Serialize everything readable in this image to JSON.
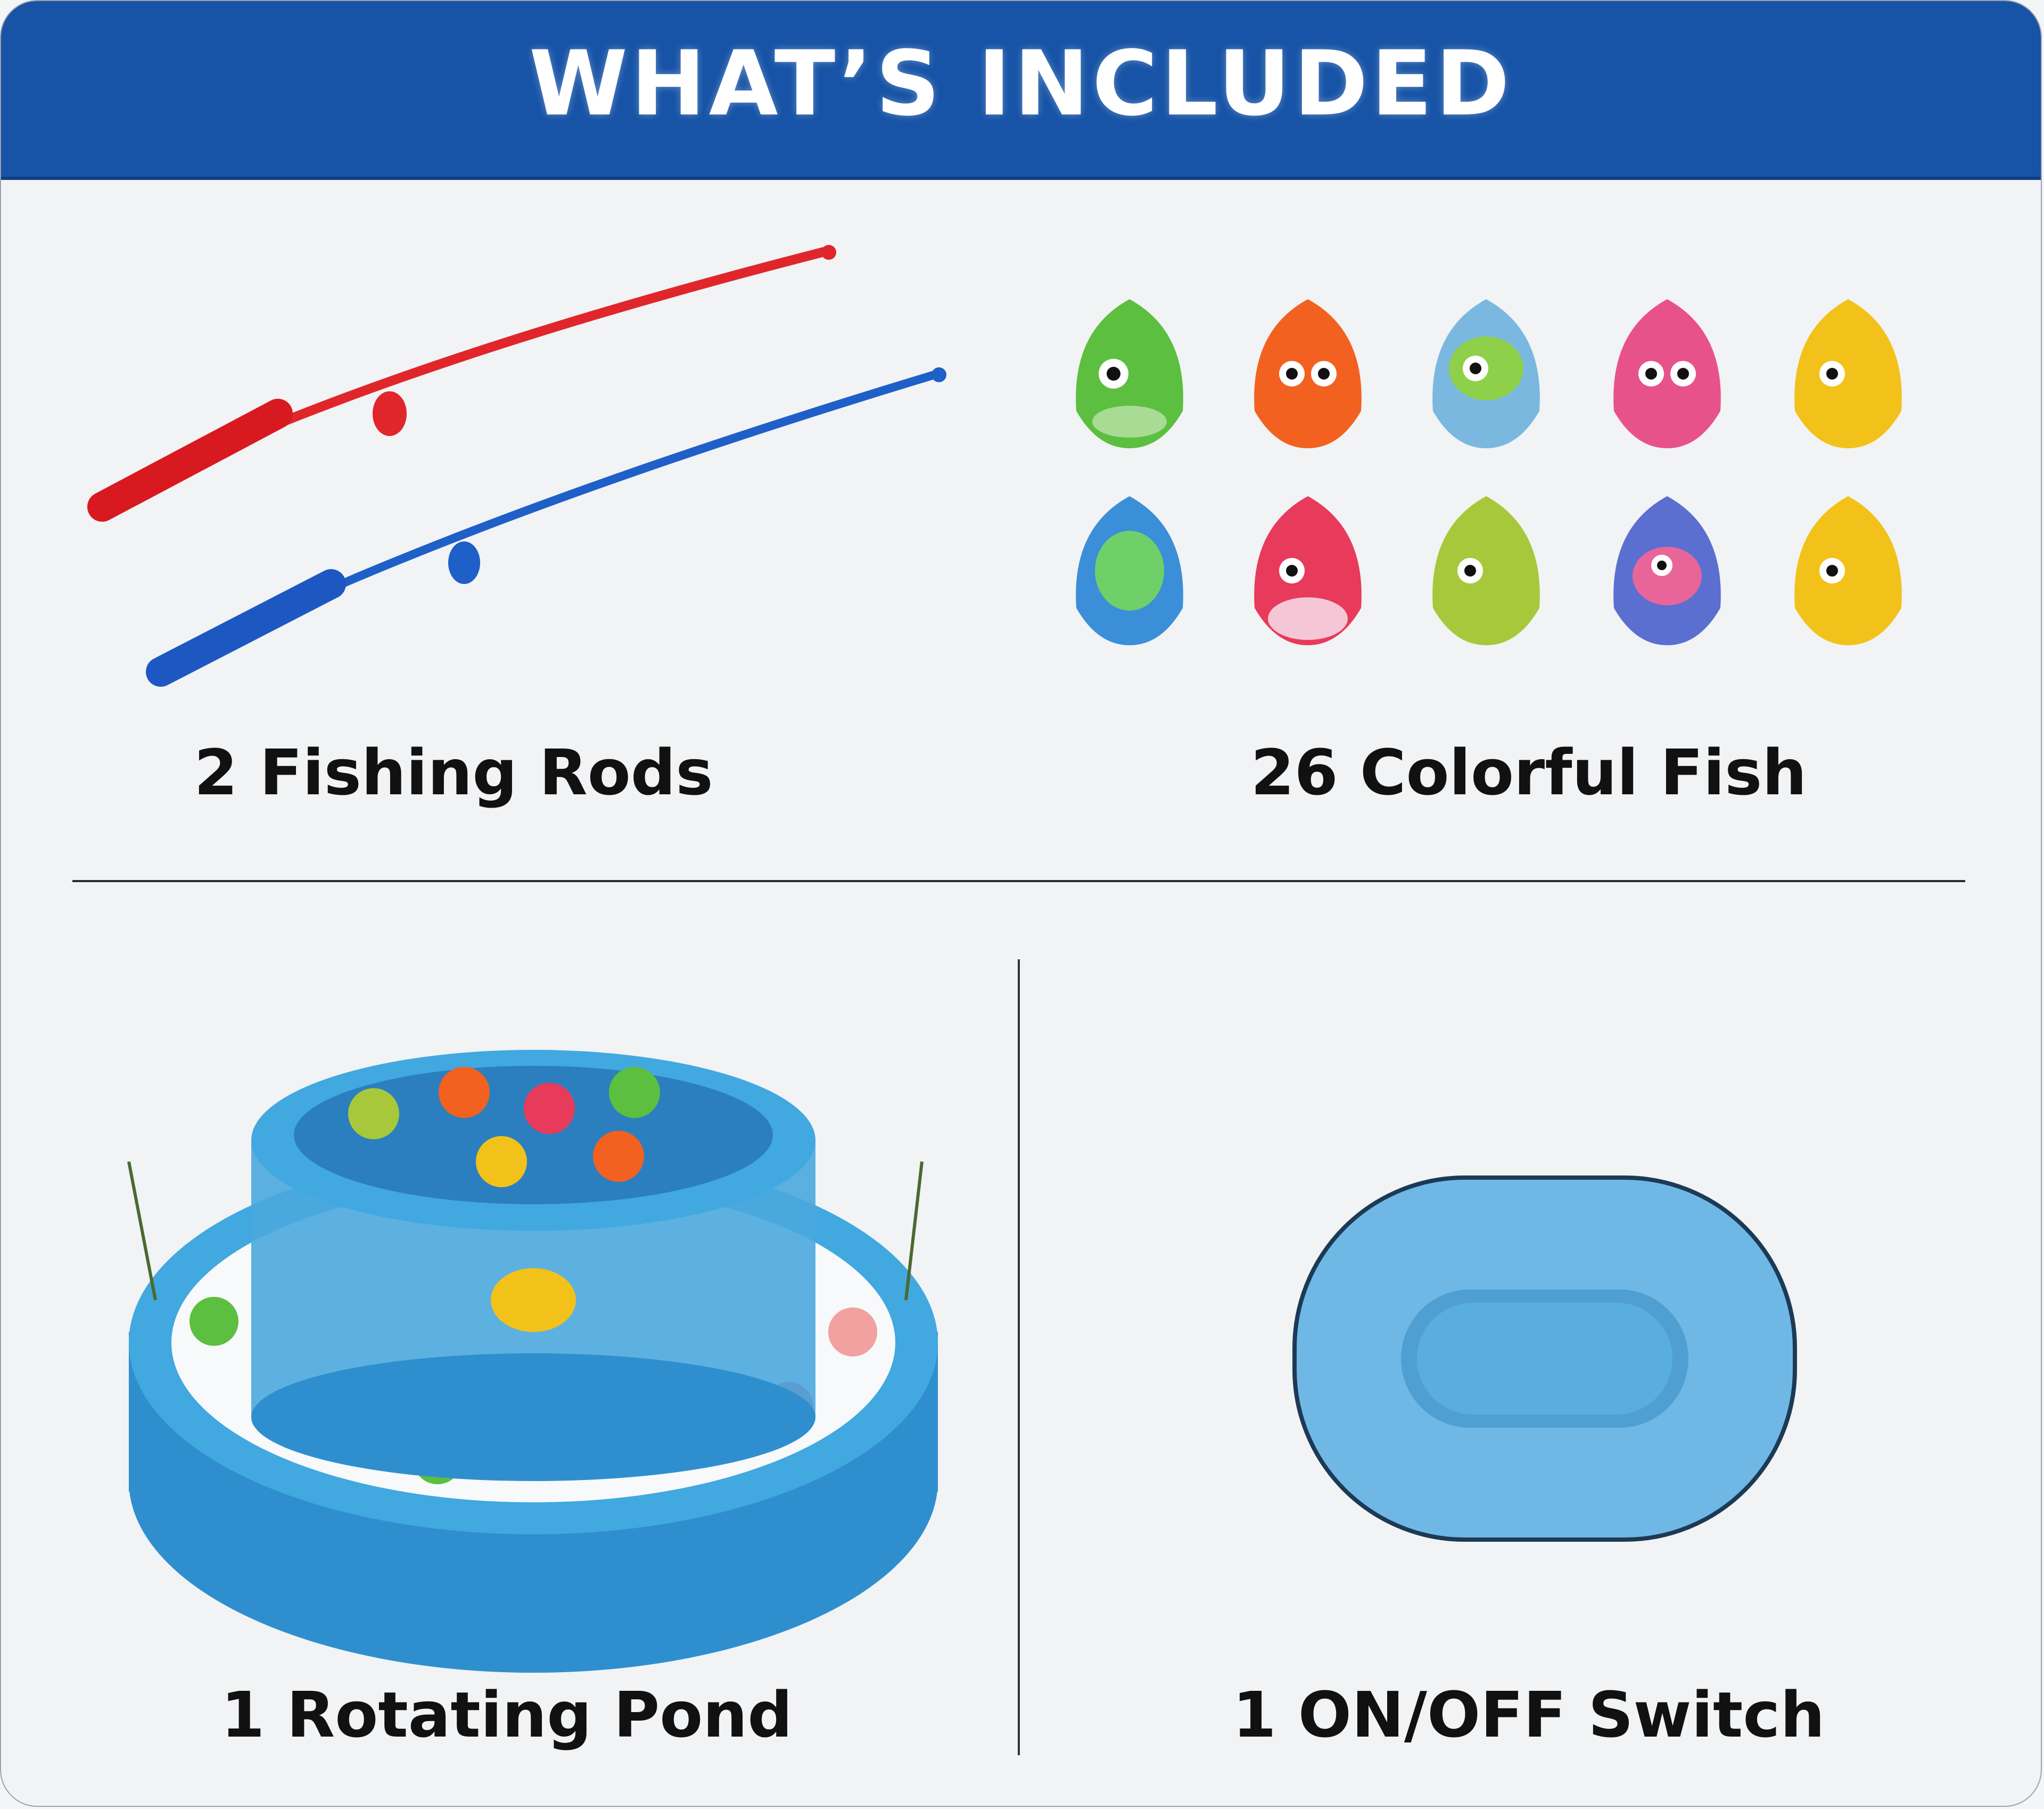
{
  "header": {
    "title": "WHAT’S INCLUDED"
  },
  "items": [
    {
      "label": "2 Fishing Rods",
      "icon": "fishing-rods-icon"
    },
    {
      "label": "26 Colorful Fish",
      "icon": "toy-fish-icon"
    },
    {
      "label": "1 Rotating Pond",
      "icon": "rotating-pond-icon"
    },
    {
      "label": "1 ON/OFF Switch",
      "icon": "switch-icon"
    }
  ],
  "colors": {
    "header_bg": "#1753a6",
    "rod_red": "#e0262a",
    "rod_blue": "#1f5fc8",
    "pond_blue": "#3aa0d8",
    "switch_blue": "#6fb8e6",
    "fish": [
      "#5cbf3f",
      "#f2611f",
      "#7ab8e0",
      "#e8528a",
      "#f2c21a",
      "#3a8fd8",
      "#e83a5a",
      "#a6c83a",
      "#5a6fd0",
      "#f2c21a"
    ]
  }
}
